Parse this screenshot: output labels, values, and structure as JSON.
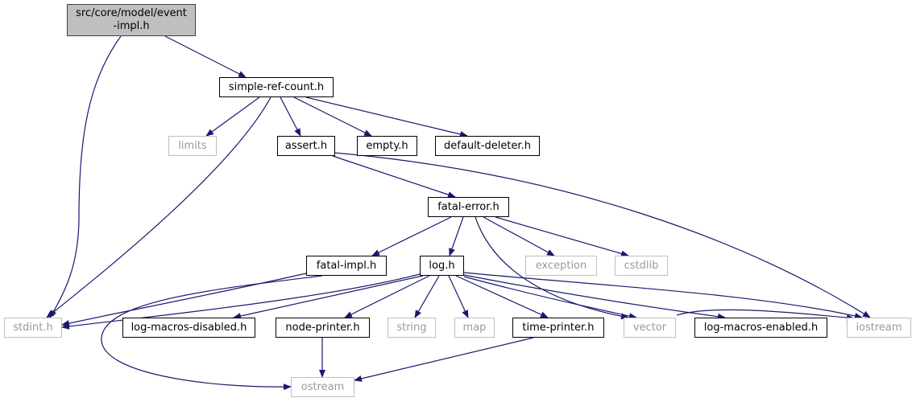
{
  "colors": {
    "edge": "#191970",
    "root_fill": "#bfbfbf",
    "local_border": "#000000",
    "system_border": "#bfbfbf",
    "system_text": "#9a9a9a"
  },
  "nodes": {
    "event_impl": {
      "label_line1": "src/core/model/event",
      "label_line2": "-impl.h"
    },
    "simple_ref_count": {
      "label": "simple-ref-count.h"
    },
    "limits": {
      "label": "limits"
    },
    "assert": {
      "label": "assert.h"
    },
    "empty": {
      "label": "empty.h"
    },
    "default_deleter": {
      "label": "default-deleter.h"
    },
    "fatal_error": {
      "label": "fatal-error.h"
    },
    "fatal_impl": {
      "label": "fatal-impl.h"
    },
    "log": {
      "label": "log.h"
    },
    "exception": {
      "label": "exception"
    },
    "cstdlib": {
      "label": "cstdlib"
    },
    "stdint": {
      "label": "stdint.h"
    },
    "log_macros_disabled": {
      "label": "log-macros-disabled.h"
    },
    "node_printer": {
      "label": "node-printer.h"
    },
    "string": {
      "label": "string"
    },
    "map": {
      "label": "map"
    },
    "time_printer": {
      "label": "time-printer.h"
    },
    "vector": {
      "label": "vector"
    },
    "log_macros_enabled": {
      "label": "log-macros-enabled.h"
    },
    "iostream": {
      "label": "iostream"
    },
    "ostream": {
      "label": "ostream"
    }
  }
}
